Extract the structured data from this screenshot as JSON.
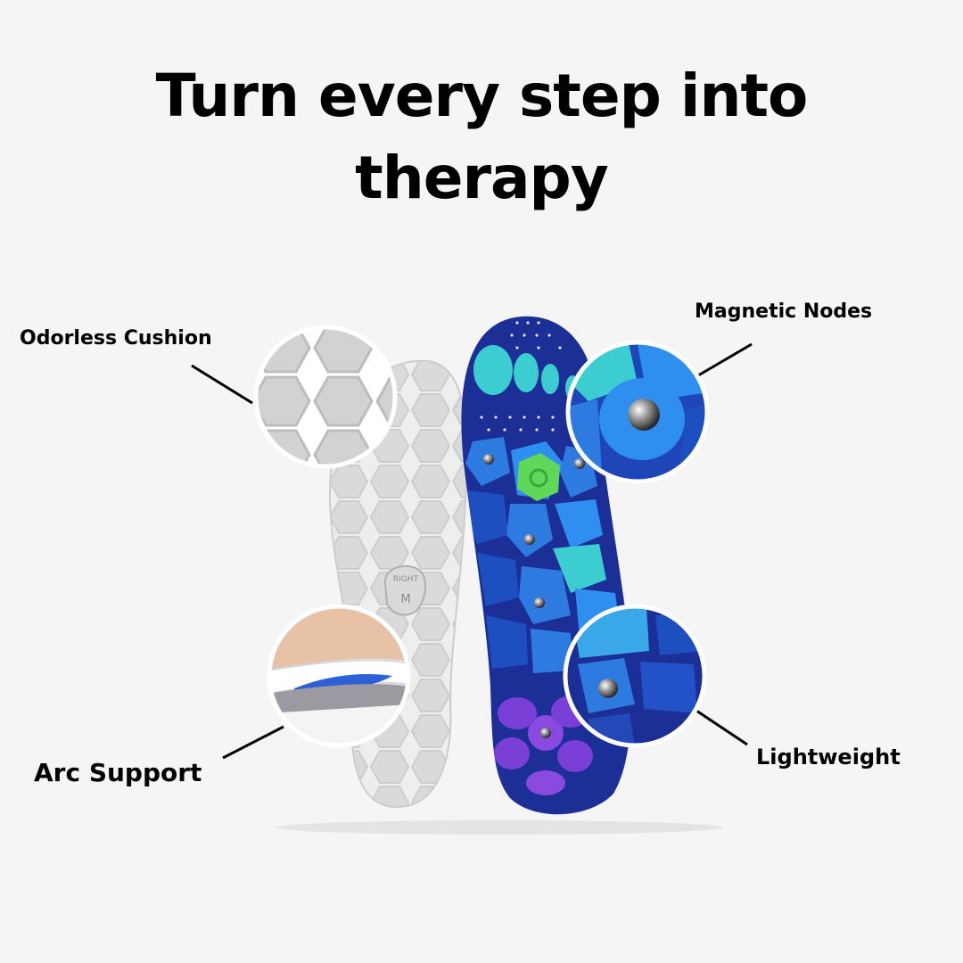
{
  "headline": {
    "line1": "Turn every step into",
    "line2": "therapy"
  },
  "callouts": {
    "odorless": "Odorless Cushion",
    "magnetic": "Magnetic Nodes",
    "arc": "Arc Support",
    "lightweight": "Lightweight"
  },
  "insole_stamp": {
    "side": "RIGHT",
    "size": "M"
  },
  "colors": {
    "background": "#f5f5f5",
    "insole_gray": "#dcdcdc",
    "insole_navy": "#1b2f96",
    "pad_blue": "#2d7be0",
    "pad_teal": "#3ccdd0",
    "pad_green": "#5fd85a",
    "pad_purple": "#7a3fd6",
    "magnet": "#8c8c8c"
  }
}
